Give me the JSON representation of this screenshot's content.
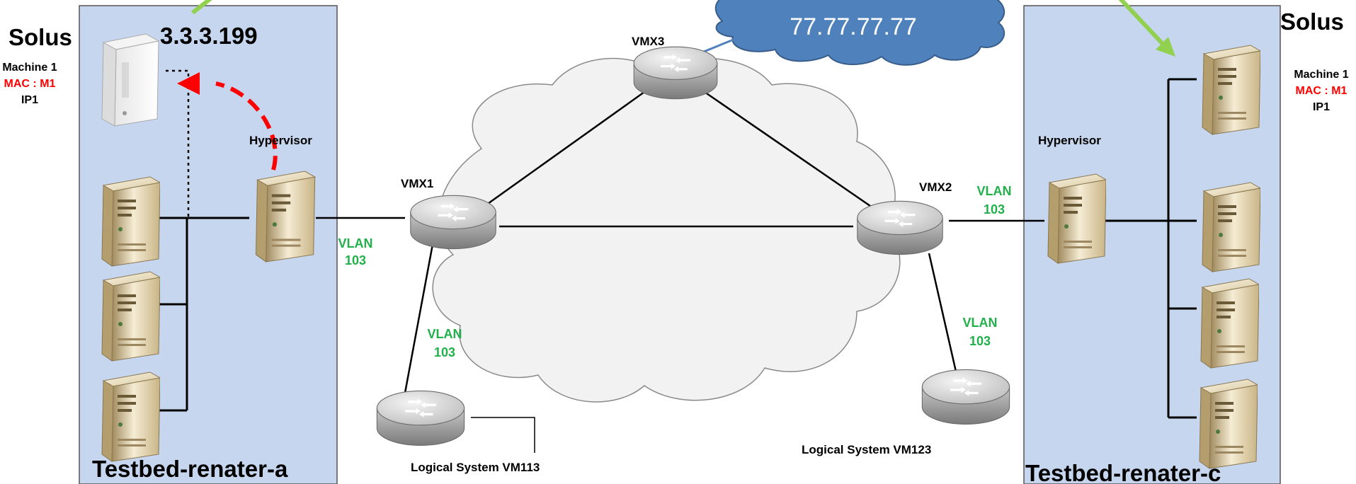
{
  "left_testbed": {
    "solus": "Solus",
    "ip": "3.3.3.199",
    "machine_name": "Machine 1",
    "mac": "MAC : M1",
    "ip_label": "IP1",
    "hypervisor": "Hypervisor",
    "name": "Testbed-renater-a"
  },
  "right_testbed": {
    "solus": "Solus",
    "machine_name": "Machine 1",
    "mac": "MAC : M1",
    "ip_label": "IP1",
    "hypervisor": "Hypervisor",
    "name": "Testbed-renater-c"
  },
  "routers": {
    "vmx1": "VMX1",
    "vmx2": "VMX2",
    "vmx3": "VMX3",
    "ls_vm113": "Logical  System VM113",
    "ls_vm123": "Logical  System VM123"
  },
  "vlans": {
    "vmx1_left_line1": "VLAN",
    "vmx1_left_line2": "103",
    "vmx1_down_line1": "VLAN",
    "vmx1_down_line2": "103",
    "vmx2_right_line1": "VLAN",
    "vmx2_right_line2": "103",
    "vmx2_down_line1": "VLAN",
    "vmx2_down_line2": "103"
  },
  "external": {
    "ip": "77.77.77.77"
  },
  "colors": {
    "testbed_fill": "#c6d6ee",
    "vlan_green": "#22b04b",
    "mac_red": "#ff0000",
    "migration_red": "#ff0000",
    "pointer_green": "#92d050",
    "external_cloud": "#4f81bd"
  }
}
